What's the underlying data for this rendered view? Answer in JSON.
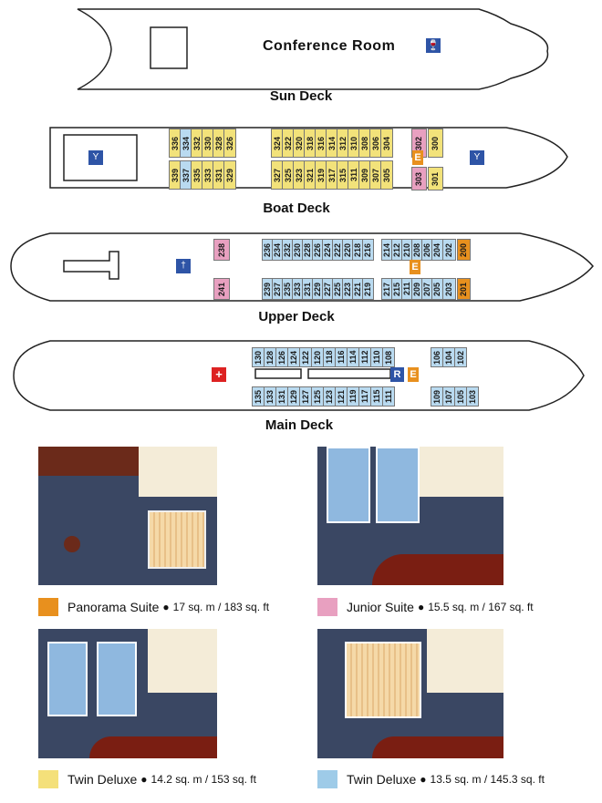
{
  "decks": {
    "sun": {
      "label": "Sun Deck",
      "room": "Conference Room"
    },
    "boat": {
      "label": "Boat Deck",
      "top": [
        "336",
        "334",
        "332",
        "330",
        "328",
        "326",
        "324",
        "322",
        "320",
        "318",
        "316",
        "314",
        "312",
        "310",
        "308",
        "306",
        "304"
      ],
      "bottom": [
        "339",
        "337",
        "335",
        "333",
        "331",
        "329",
        "327",
        "325",
        "323",
        "321",
        "319",
        "317",
        "315",
        "311",
        "309",
        "307",
        "305"
      ],
      "suite_top": [
        "302",
        "300"
      ],
      "suite_bottom": [
        "303",
        "301"
      ],
      "elevator": "E"
    },
    "upper": {
      "label": "Upper Deck",
      "top": [
        "238",
        "236",
        "234",
        "232",
        "230",
        "228",
        "226",
        "224",
        "222",
        "220",
        "218",
        "216",
        "214",
        "212",
        "210",
        "208",
        "206",
        "204",
        "202",
        "200"
      ],
      "bottom": [
        "241",
        "239",
        "237",
        "235",
        "233",
        "231",
        "229",
        "227",
        "225",
        "223",
        "221",
        "219",
        "217",
        "215",
        "211",
        "209",
        "207",
        "205",
        "203",
        "201"
      ],
      "elevator": "E"
    },
    "main": {
      "label": "Main Deck",
      "top": [
        "130",
        "128",
        "126",
        "124",
        "122",
        "120",
        "118",
        "116",
        "114",
        "112",
        "110",
        "108",
        "106",
        "104",
        "102"
      ],
      "bottom": [
        "135",
        "133",
        "131",
        "129",
        "127",
        "125",
        "123",
        "121",
        "119",
        "117",
        "115",
        "111",
        "109",
        "107",
        "105",
        "103"
      ],
      "reception": "R",
      "elevator": "E"
    }
  },
  "legend": [
    {
      "name": "Panorama Suite",
      "size": "17 sq. m / 183 sq. ft",
      "color": "#e8901e"
    },
    {
      "name": "Junior Suite",
      "size": "15.5 sq. m / 167 sq. ft",
      "color": "#e8a0c0"
    },
    {
      "name": "Twin Deluxe",
      "size": "14.2 sq. m / 153 sq. ft",
      "color": "#f4e07a"
    },
    {
      "name": "Twin Deluxe",
      "size": "13.5 sq. m / 145.3 sq. ft",
      "color": "#9ecbe8"
    }
  ],
  "colors": {
    "yellow": "#f2e27a",
    "blue": "#b9daf0",
    "pink": "#e8a0c0",
    "orange": "#e8901e",
    "navy": "#2e54a6",
    "carpet": "#3b4762"
  },
  "icons": [
    "bar-icon",
    "restaurant-icon",
    "medical-icon",
    "reception-icon",
    "elevator-icon"
  ]
}
